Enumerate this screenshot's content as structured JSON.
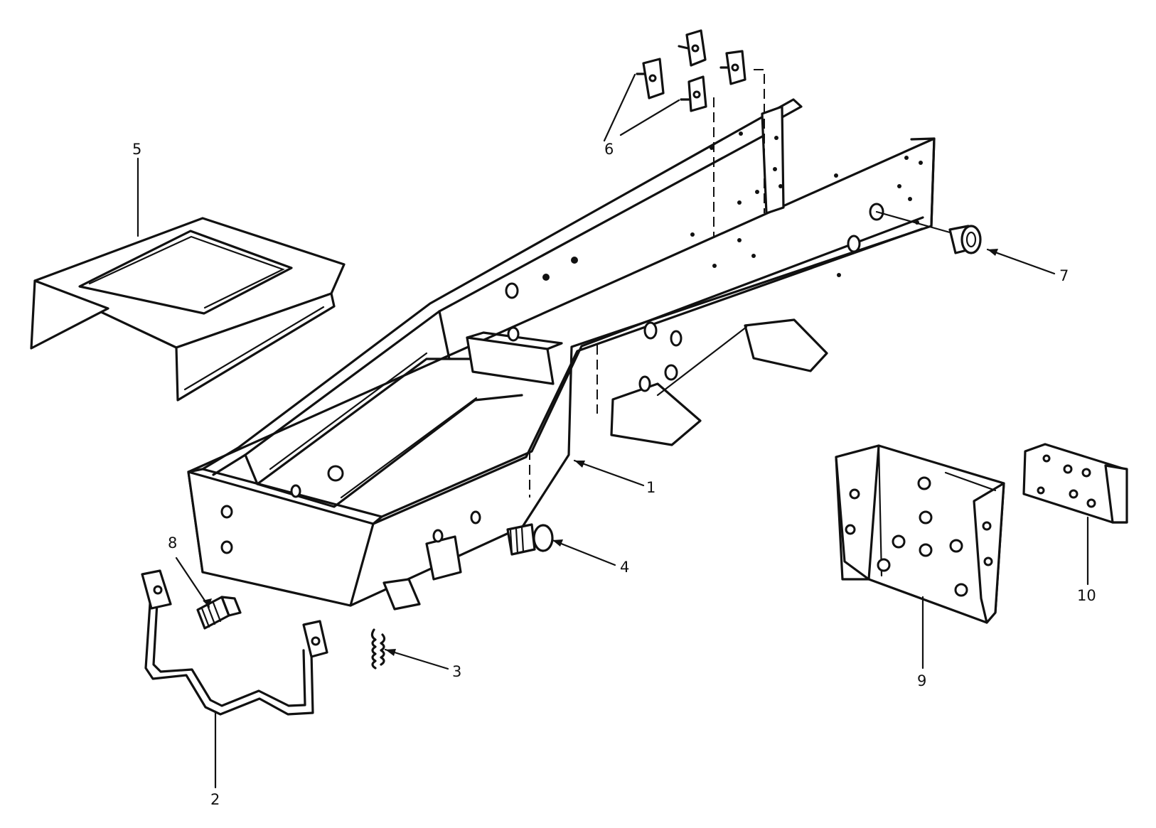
{
  "callouts": [
    {
      "id": "callout-1",
      "number": "1"
    },
    {
      "id": "callout-2",
      "number": "2"
    },
    {
      "id": "callout-3",
      "number": "3"
    },
    {
      "id": "callout-4",
      "number": "4"
    },
    {
      "id": "callout-5",
      "number": "5"
    },
    {
      "id": "callout-6",
      "number": "6"
    },
    {
      "id": "callout-7",
      "number": "7"
    },
    {
      "id": "callout-8",
      "number": "8"
    },
    {
      "id": "callout-9",
      "number": "9"
    },
    {
      "id": "callout-10",
      "number": "10"
    }
  ],
  "colors": {
    "ink": "#111111",
    "paper": "#ffffff"
  }
}
